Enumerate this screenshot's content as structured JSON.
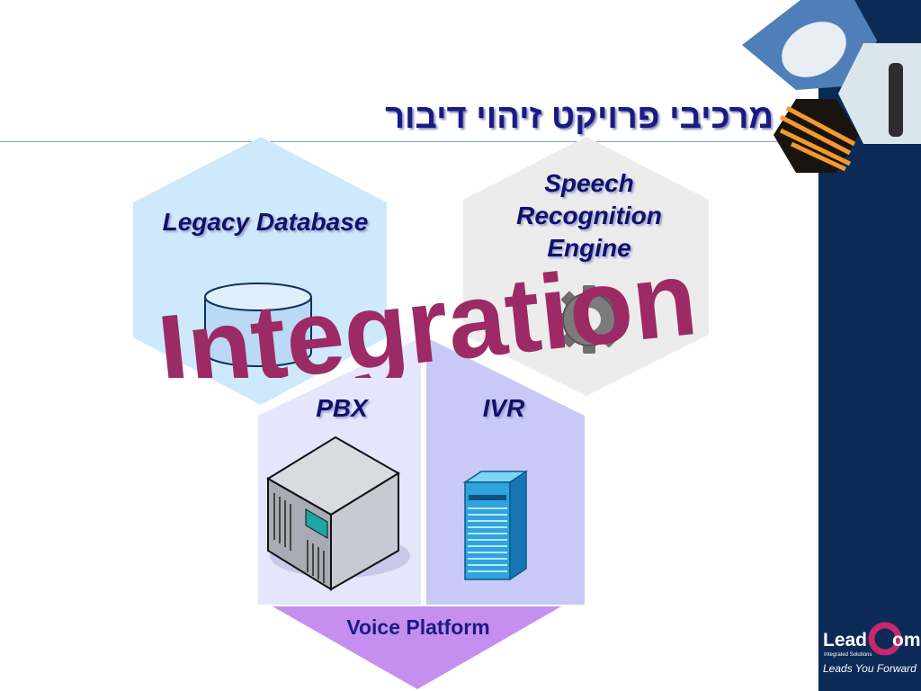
{
  "slide": {
    "title": "מרכיבי פרויקט זיהוי דיבור",
    "integration_word": "Integration"
  },
  "components": {
    "legacy": "Legacy Database",
    "speech_line1": "Speech",
    "speech_line2": "Recognition",
    "speech_line3": "Engine",
    "pbx": "PBX",
    "ivr": "IVR",
    "voice": "Voice Platform"
  },
  "logo": {
    "lead": "Lead",
    "om": "om",
    "sub": "Integrated Solutions",
    "tagline": "Leads You Forward"
  },
  "colors": {
    "sidebar": "#0c2a56",
    "title": "#1b1a83",
    "integration": "#9c2a64",
    "legacy_hex": "#cde9fb",
    "speech_hex": "#ececec",
    "pbx_hex": "#e5e6fb",
    "ivr_hex": "#c9c9f7",
    "voice_triangle": "#c58ff0"
  }
}
